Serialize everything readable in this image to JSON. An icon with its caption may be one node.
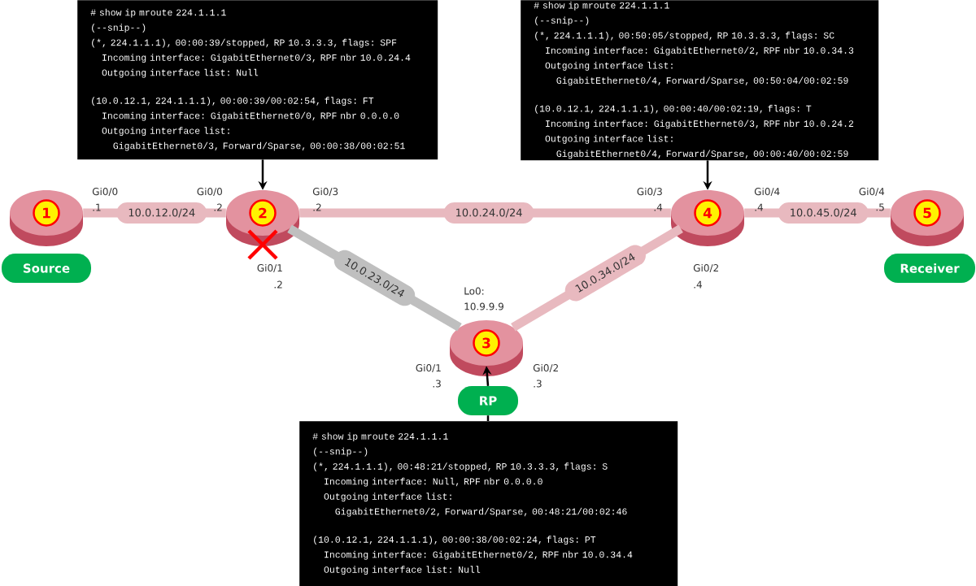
{
  "diagram": {
    "nodes": [
      {
        "text": [
          "1"
        ],
        "beside": [
          "Gi0/0",
          ".1"
        ]
      },
      {
        "text": [
          "2"
        ],
        "beside": [
          "Gi0/0",
          ".2",
          "Gi0/3",
          ".2",
          "Gi0/1",
          ".2"
        ]
      },
      {
        "text": [
          "3"
        ],
        "beside": [
          "Lo0:",
          "10.9.9.9",
          "Gi0/1",
          ".3",
          "Gi0/2",
          ".3"
        ]
      },
      {
        "text": [
          "4"
        ],
        "beside": [
          "Gi0/3",
          ".4",
          "Gi0/4",
          ".4",
          "Gi0/2",
          ".4"
        ]
      },
      {
        "text": [
          "5"
        ],
        "beside": [
          "Gi0/4",
          ".5"
        ]
      },
      {
        "text": [
          "Source"
        ]
      },
      {
        "text": [
          "Receiver"
        ]
      },
      {
        "text": [
          "RP"
        ]
      },
      {
        "text": [
          "# show ip mroute 224.1.1.1",
          "(--snip--)",
          "(*, 224.1.1.1), 00:00:39/stopped, RP 10.3.3.3, flags: SPF",
          "Incoming interface: GigabitEthernet0/3, RPF nbr 10.0.24.4",
          "Outgoing interface list: Null",
          "(10.0.12.1, 224.1.1.1), 00:00:39/00:02:54, flags: FT",
          "Incoming interface: GigabitEthernet0/0, RPF nbr 0.0.0.0",
          "Outgoing interface list:",
          "GigabitEthernet0/3, Forward/Sparse, 00:00:38/00:02:51"
        ]
      },
      {
        "text": [
          "# show ip mroute 224.1.1.1",
          "(--snip--)",
          "(*, 224.1.1.1), 00:50:05/stopped, RP 10.3.3.3, flags: SC",
          "Incoming interface: GigabitEthernet0/2, RPF nbr 10.0.34.3",
          "Outgoing interface list:",
          "GigabitEthernet0/4, Forward/Sparse, 00:50:04/00:02:59",
          "(10.0.12.1, 224.1.1.1), 00:00:40/00:02:19, flags: T",
          "Incoming interface: GigabitEthernet0/3, RPF nbr 10.0.24.2",
          "Outgoing interface list:",
          "GigabitEthernet0/4, Forward/Sparse, 00:00:40/00:02:59"
        ]
      },
      {
        "text": [
          "# show ip mroute 224.1.1.1",
          "(--snip--)",
          "(*, 224.1.1.1), 00:48:21/stopped, RP 10.3.3.3, flags: S",
          "Incoming interface: Null, RPF nbr 0.0.0.0",
          "Outgoing interface list:",
          "GigabitEthernet0/2, Forward/Sparse, 00:48:21/00:02:46",
          "(10.0.12.1, 224.1.1.1), 00:00:38/00:02:24, flags: PT",
          "Incoming interface: GigabitEthernet0/2, RPF nbr 10.0.34.4",
          "Outgoing interface list: Null"
        ]
      }
    ],
    "edges": [
      {
        "from": 0,
        "to": 1,
        "arrow": "none",
        "label": "10.0.12.0/24",
        "color": "#e8b9bf"
      },
      {
        "from": 1,
        "to": 3,
        "arrow": "none",
        "label": "10.0.24.0/24",
        "color": "#e8b9bf"
      },
      {
        "from": 3,
        "to": 4,
        "arrow": "none",
        "label": "10.0.45.0/24",
        "color": "#e8b9bf"
      },
      {
        "from": 1,
        "to": 2,
        "arrow": "none",
        "label": "10.0.23.0/24",
        "color": "#bfbfbf"
      },
      {
        "from": 2,
        "to": 3,
        "arrow": "none",
        "label": "10.0.34.0/24",
        "color": "#e8b9bf"
      },
      {
        "from": 8,
        "to": 1,
        "arrow": "to",
        "color": "#000000"
      },
      {
        "from": 9,
        "to": 3,
        "arrow": "to",
        "color": "#000000"
      },
      {
        "from": 10,
        "to": 7,
        "arrow": "none",
        "color": "#000000"
      },
      {
        "from": 7,
        "to": 2,
        "arrow": "to",
        "color": "#000000"
      }
    ]
  }
}
